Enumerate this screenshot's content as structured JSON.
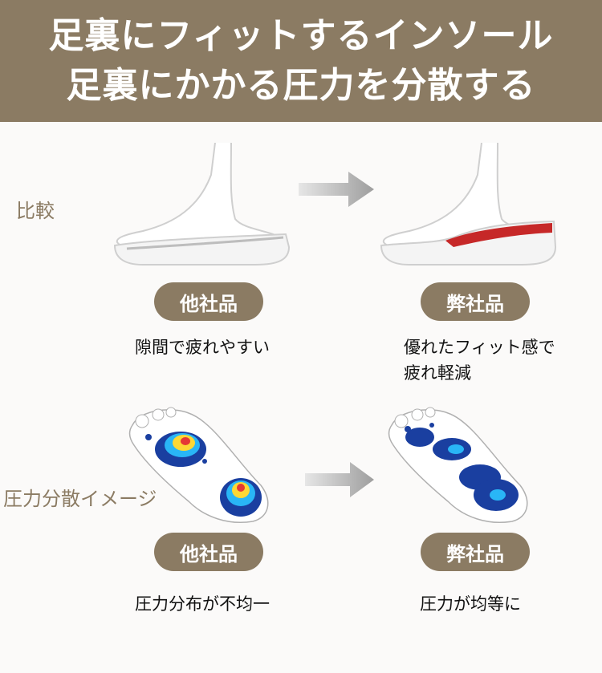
{
  "header": {
    "line1": "足裏にフィットするインソール",
    "line2": "足裏にかかる圧力を分散する"
  },
  "section1": {
    "label": "比較",
    "left": {
      "badge": "他社品",
      "caption": "隙間で疲れやすい"
    },
    "right": {
      "badge": "弊社品",
      "caption_line1": "優れたフィット感で",
      "caption_line2": "疲れ軽減"
    }
  },
  "section2": {
    "label": "圧力分散イメージ",
    "left": {
      "badge": "他社品",
      "caption": "圧力分布が不均一"
    },
    "right": {
      "badge": "弊社品",
      "caption": "圧力が均等に"
    }
  },
  "colors": {
    "brand": "#8b7b63",
    "insole_highlight": "#c62828",
    "pressure_high": "#e53935",
    "pressure_mid": "#fdd835",
    "pressure_low": "#1a3fa0"
  }
}
